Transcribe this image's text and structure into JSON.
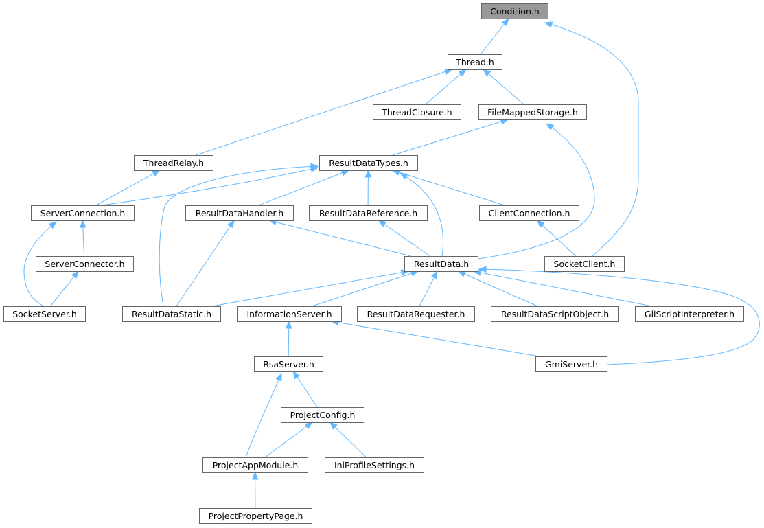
{
  "diagram": {
    "nodes": [
      {
        "id": "condition",
        "label": "Condition.h",
        "root": true
      },
      {
        "id": "thread",
        "label": "Thread.h"
      },
      {
        "id": "threadclosure",
        "label": "ThreadClosure.h"
      },
      {
        "id": "filemapped",
        "label": "FileMappedStorage.h"
      },
      {
        "id": "threadrelay",
        "label": "ThreadRelay.h"
      },
      {
        "id": "rdtypes",
        "label": "ResultDataTypes.h"
      },
      {
        "id": "serverconn",
        "label": "ServerConnection.h"
      },
      {
        "id": "rdhandler",
        "label": "ResultDataHandler.h"
      },
      {
        "id": "rdreference",
        "label": "ResultDataReference.h"
      },
      {
        "id": "clientconn",
        "label": "ClientConnection.h"
      },
      {
        "id": "serverconnector",
        "label": "ServerConnector.h"
      },
      {
        "id": "resultdata",
        "label": "ResultData.h"
      },
      {
        "id": "socketclient",
        "label": "SocketClient.h"
      },
      {
        "id": "socketserver",
        "label": "SocketServer.h"
      },
      {
        "id": "rdstatic",
        "label": "ResultDataStatic.h"
      },
      {
        "id": "infoserver",
        "label": "InformationServer.h"
      },
      {
        "id": "rdrequester",
        "label": "ResultDataRequester.h"
      },
      {
        "id": "rdscript",
        "label": "ResultDataScriptObject.h"
      },
      {
        "id": "gii",
        "label": "GiiScriptInterpreter.h"
      },
      {
        "id": "rsaserver",
        "label": "RsaServer.h"
      },
      {
        "id": "gmiserver",
        "label": "GmiServer.h"
      },
      {
        "id": "projectconfig",
        "label": "ProjectConfig.h"
      },
      {
        "id": "projectapp",
        "label": "ProjectAppModule.h"
      },
      {
        "id": "inisettings",
        "label": "IniProfileSettings.h"
      },
      {
        "id": "projectprop",
        "label": "ProjectPropertyPage.h"
      }
    ],
    "edges": [
      {
        "from": "thread",
        "to": "condition"
      },
      {
        "from": "socketclient",
        "to": "condition"
      },
      {
        "from": "threadclosure",
        "to": "thread"
      },
      {
        "from": "filemapped",
        "to": "thread"
      },
      {
        "from": "threadrelay",
        "to": "thread"
      },
      {
        "from": "rdtypes",
        "to": "filemapped"
      },
      {
        "from": "resultdata",
        "to": "filemapped"
      },
      {
        "from": "serverconn",
        "to": "threadrelay"
      },
      {
        "from": "serverconn",
        "to": "rdtypes"
      },
      {
        "from": "rdhandler",
        "to": "rdtypes"
      },
      {
        "from": "rdreference",
        "to": "rdtypes"
      },
      {
        "from": "clientconn",
        "to": "rdtypes"
      },
      {
        "from": "resultdata",
        "to": "rdtypes"
      },
      {
        "from": "rdstatic",
        "to": "rdtypes"
      },
      {
        "from": "serverconnector",
        "to": "serverconn"
      },
      {
        "from": "socketserver",
        "to": "serverconn"
      },
      {
        "from": "socketserver",
        "to": "serverconnector"
      },
      {
        "from": "resultdata",
        "to": "rdhandler"
      },
      {
        "from": "rdstatic",
        "to": "rdhandler"
      },
      {
        "from": "resultdata",
        "to": "rdreference"
      },
      {
        "from": "socketclient",
        "to": "clientconn"
      },
      {
        "from": "rdstatic",
        "to": "resultdata"
      },
      {
        "from": "infoserver",
        "to": "resultdata"
      },
      {
        "from": "rdrequester",
        "to": "resultdata"
      },
      {
        "from": "rdscript",
        "to": "resultdata"
      },
      {
        "from": "gii",
        "to": "resultdata"
      },
      {
        "from": "gmiserver",
        "to": "resultdata"
      },
      {
        "from": "rsaserver",
        "to": "infoserver"
      },
      {
        "from": "gmiserver",
        "to": "infoserver"
      },
      {
        "from": "projectconfig",
        "to": "rsaserver"
      },
      {
        "from": "projectapp",
        "to": "rsaserver"
      },
      {
        "from": "projectapp",
        "to": "projectconfig"
      },
      {
        "from": "inisettings",
        "to": "projectconfig"
      },
      {
        "from": "projectprop",
        "to": "projectapp"
      }
    ]
  },
  "colors": {
    "edge": "#63b8ff",
    "node_border": "#666666",
    "root_fill": "#999999"
  }
}
